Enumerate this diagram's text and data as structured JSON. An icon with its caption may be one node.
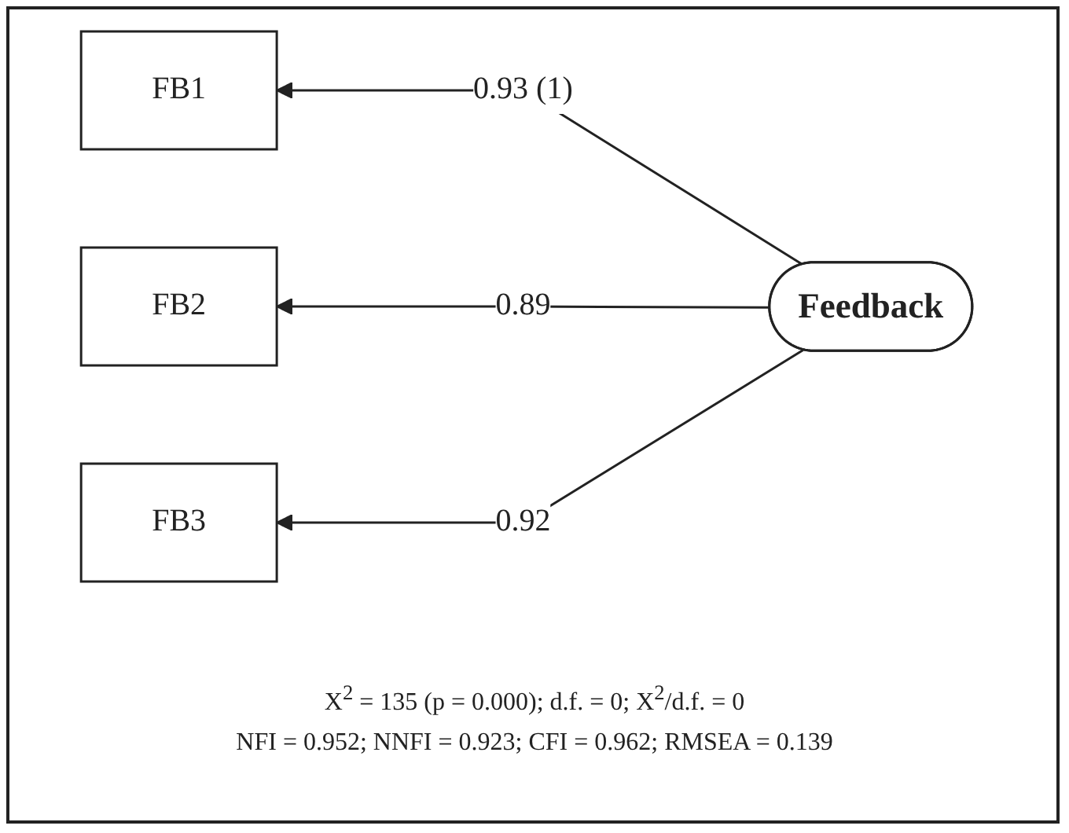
{
  "diagram": {
    "nodes": [
      {
        "text": [
          "FB1"
        ]
      },
      {
        "text": [
          "FB2"
        ]
      },
      {
        "text": [
          "FB3"
        ]
      },
      {
        "text": [
          "Feedback"
        ]
      }
    ],
    "edges": [
      {
        "from": 3,
        "to": 0,
        "arrow": "to",
        "label": "0.93 (1)"
      },
      {
        "from": 3,
        "to": 1,
        "arrow": "to",
        "label": "0.89"
      },
      {
        "from": 3,
        "to": 2,
        "arrow": "to",
        "label": "0.92"
      }
    ],
    "labels": [
      "X$^{2}$ = 135 (p = 0.000); d.f. = 0; X$^{2}$/d.f. = 0",
      "NFI = 0.952; NNFI = 0.923; CFI = 0.962; RMSEA = 0.139"
    ]
  }
}
